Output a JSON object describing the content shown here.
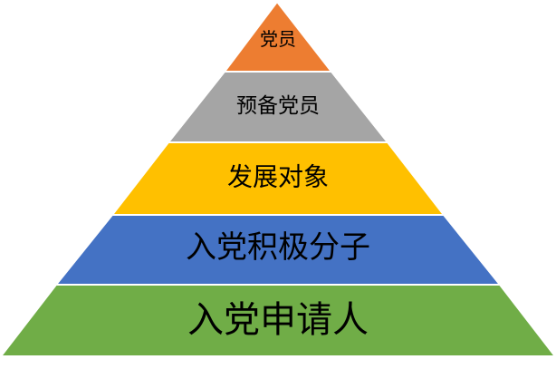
{
  "pyramid": {
    "tiers": [
      {
        "label": "党员",
        "color": "#ED7D31"
      },
      {
        "label": "预备党员",
        "color": "#A5A5A5"
      },
      {
        "label": "发展对象",
        "color": "#FFC000"
      },
      {
        "label": "入党积极分子",
        "color": "#4472C4"
      },
      {
        "label": "入党申请人",
        "color": "#70AD47"
      }
    ]
  }
}
